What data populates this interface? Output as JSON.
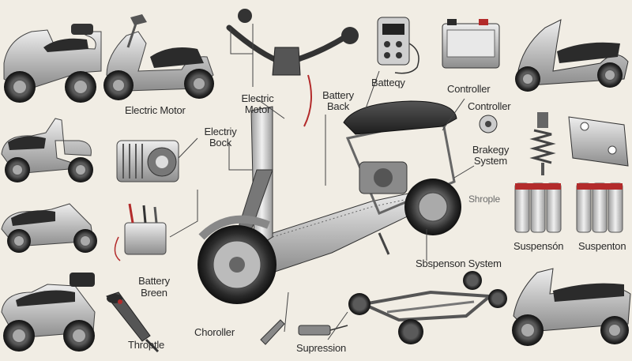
{
  "labels": {
    "electric_motor_left": "Electric Motor",
    "electric_motor_top": "Electric Motor",
    "battery_back": "Battery Back",
    "batteqy": "Batteqy",
    "controller_top": "Controller",
    "controller_mid": "Controller",
    "electriy_bock": "Electriy Bock",
    "brakegy_system": "Brakegy System",
    "shrople": "Shrople",
    "suspenson_1": "Suspensón",
    "suspenson_2": "Suspenton",
    "sbspenson_system": "Sbspenson System",
    "battery_breen": "Battery Breen",
    "throptle": "Throptle",
    "choroller": "Choroller",
    "supression": "Supression"
  },
  "colors": {
    "background": "#f1ede4",
    "metal": "#c9c9c9",
    "dark": "#2b2b2b",
    "battery_red": "#b32b2b",
    "leader_line": "#444444"
  }
}
